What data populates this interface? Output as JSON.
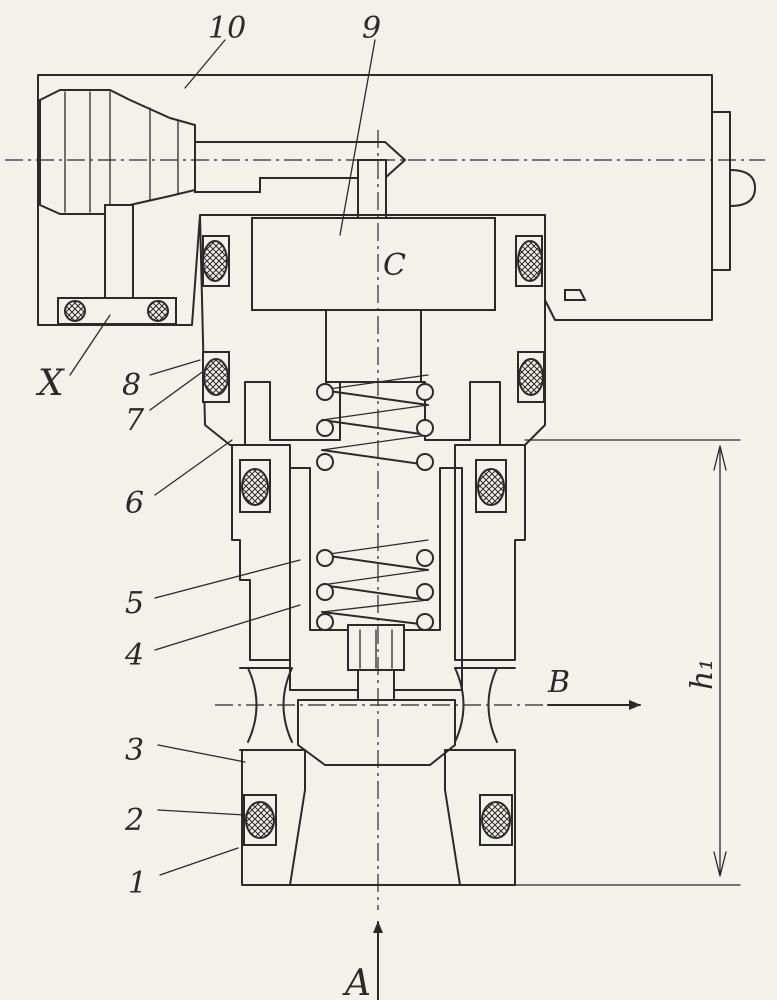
{
  "labels": {
    "part_10": "10",
    "part_9": "9",
    "chamber_c": "C",
    "port_x": "X",
    "part_8": "8",
    "part_7": "7",
    "part_6": "6",
    "part_5": "5",
    "part_4": "4",
    "part_3": "3",
    "part_2": "2",
    "part_1": "1",
    "flow_b": "B",
    "flow_a": "A",
    "dimension_h1": "h₁"
  }
}
